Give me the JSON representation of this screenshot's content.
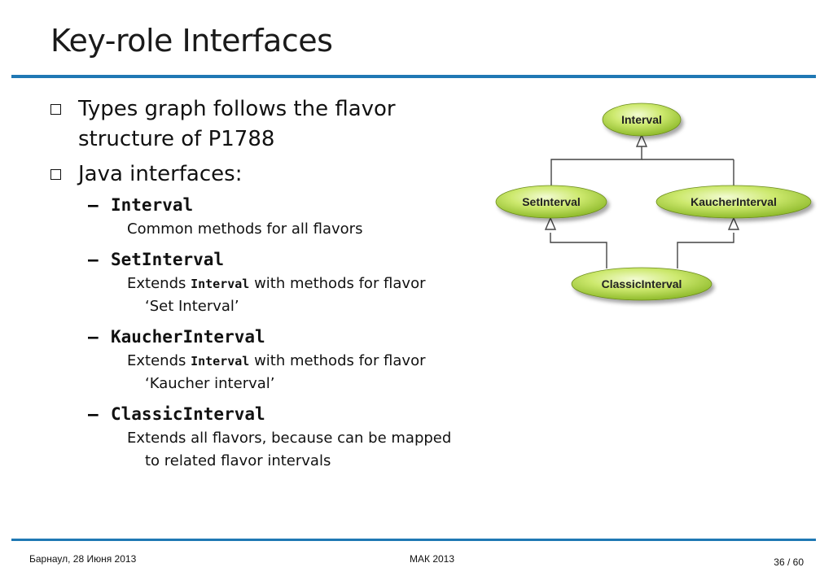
{
  "slide": {
    "title": "Key-role Interfaces"
  },
  "bullets": [
    {
      "text_line1": "Types graph follows the flavor",
      "text_line2": "structure of P1788"
    },
    {
      "text": "Java interfaces:"
    }
  ],
  "interfaces": [
    {
      "name": "Interval",
      "desc_before": "Common methods for all flavors"
    },
    {
      "name": "SetInterval",
      "desc_before": "Extends ",
      "desc_code": "Interval",
      "desc_after": " with methods for flavor ‘Set Interval’"
    },
    {
      "name": "KaucherInterval",
      "desc_before": "Extends ",
      "desc_code": "Interval",
      "desc_after": " with methods for flavor ‘Kaucher interval’"
    },
    {
      "name": "ClassicInterval",
      "desc_before": "Extends all flavors, because can be mapped to related flavor intervals"
    }
  ],
  "dash": "–",
  "diagram": {
    "nodes": [
      "Interval",
      "SetInterval",
      "KaucherInterval",
      "ClassicInterval"
    ],
    "colors": {
      "node_fill": "#c8e66a",
      "node_dark": "#8fbf2a",
      "line": "#444444"
    }
  },
  "footer": {
    "left": "Барнаул, 28 Июня 2013",
    "center": "МАК 2013",
    "page": "36 / 60"
  },
  "colors": {
    "rule": "#1f78b4"
  }
}
